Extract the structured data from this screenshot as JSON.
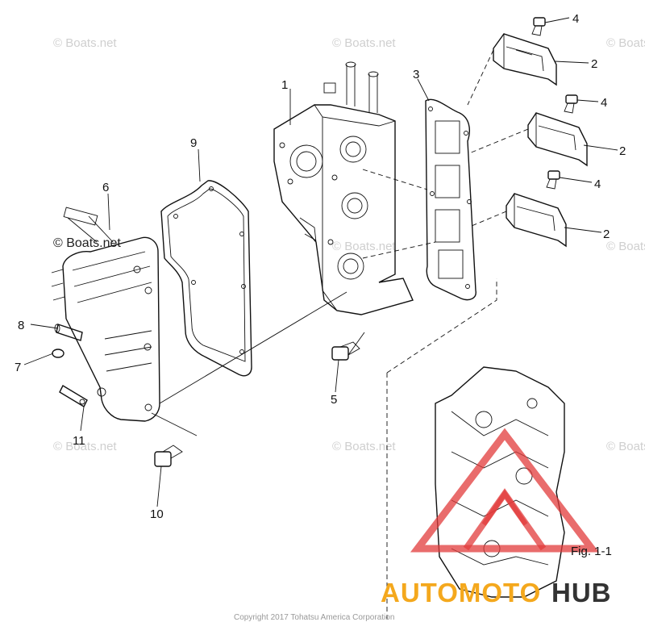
{
  "watermark_text": "© Boats.net",
  "callouts": [
    "1",
    "2",
    "2",
    "2",
    "3",
    "4",
    "4",
    "4",
    "5",
    "6",
    "7",
    "8",
    "9",
    "10",
    "11"
  ],
  "figure_label": "Fig. 1-1",
  "copyright": "Copyright 2017 Tohatsu America Corporation",
  "brand": {
    "part1": "AUTOMOTO",
    "part2": "HUB",
    "color1": "#f4a81d",
    "color2": "#333333",
    "logo_color": "#e23b3b"
  }
}
